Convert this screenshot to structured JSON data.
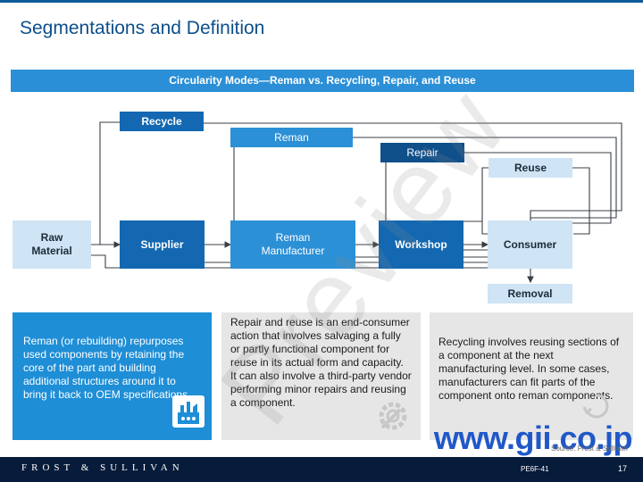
{
  "title": "Segmentations and Definition",
  "banner": "Circularity Modes—Reman vs. Recycling, Repair, and Reuse",
  "nodes": {
    "raw_material": "Raw Material",
    "supplier": "Supplier",
    "reman_manufacturer": "Reman Manufacturer",
    "workshop": "Workshop",
    "consumer": "Consumer",
    "removal": "Removal"
  },
  "loops": {
    "recycle": "Recycle",
    "reman": "Reman",
    "repair": "Repair",
    "reuse": "Reuse"
  },
  "panels": {
    "reman": "Reman (or rebuilding) repurposes used components by retaining the core of the part and building additional structures around it to bring it back to OEM specifications.",
    "repair_reuse": "Repair and reuse is an end-consumer action that involves salvaging a fully or partly functional component for reuse in its actual form and capacity. It can also involve a third-party vendor performing minor repairs and reusing a component.",
    "recycling": "Recycling involves reusing sections of a component at the next manufacturing level. In some cases, manufacturers can fit parts of the component onto reman components."
  },
  "icons": [
    "factory-icon",
    "wrench-gear-icon",
    "recycle-icon"
  ],
  "watermark": "Preview",
  "site": "www.gii.co.jp",
  "source": "Source: Frost & Sullivan",
  "footer": {
    "brand": "FROST & SULLIVAN",
    "code": "PE6F-41",
    "page": "17"
  },
  "colors": {
    "title": "#0d4f8b",
    "banner": "#2a8fd6",
    "light_box": "#cfe4f5",
    "dark_box": "#1368b1",
    "footer": "#071b3a",
    "site": "#2058c8"
  }
}
